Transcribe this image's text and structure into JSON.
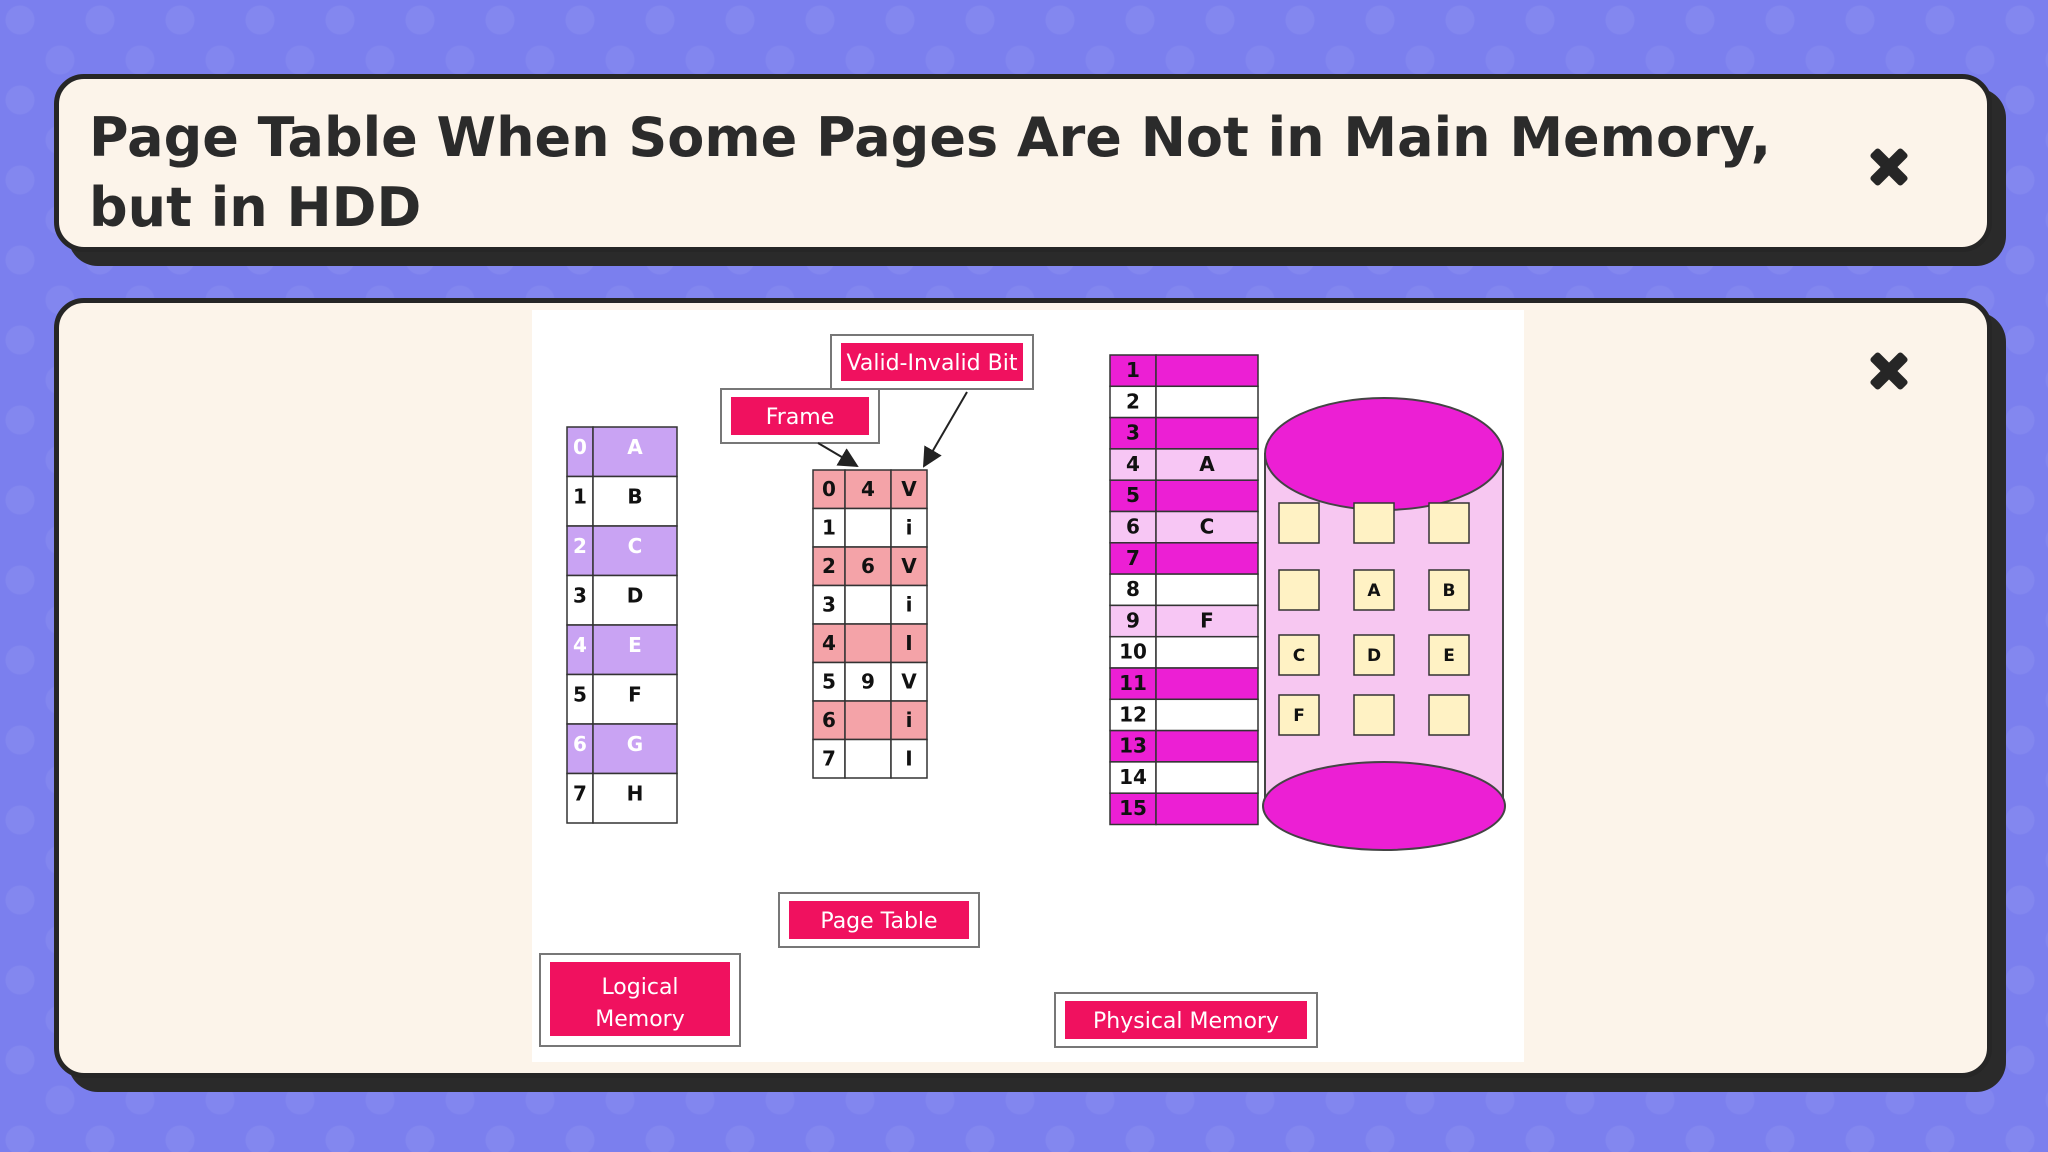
{
  "title": "Page Table When Some Pages Are Not in Main Memory, but in HDD",
  "diagram": {
    "callouts": {
      "valid_invalid": "Valid-Invalid Bit",
      "frame": "Frame"
    },
    "captions": {
      "logical_line1": "Logical",
      "logical_line2": "Memory",
      "page_table": "Page Table",
      "physical": "Physical Memory"
    },
    "logical_memory": [
      {
        "index": "0",
        "value": "A",
        "highlight": true
      },
      {
        "index": "1",
        "value": "B",
        "highlight": false
      },
      {
        "index": "2",
        "value": "C",
        "highlight": true
      },
      {
        "index": "3",
        "value": "D",
        "highlight": false
      },
      {
        "index": "4",
        "value": "E",
        "highlight": true
      },
      {
        "index": "5",
        "value": "F",
        "highlight": false
      },
      {
        "index": "6",
        "value": "G",
        "highlight": true
      },
      {
        "index": "7",
        "value": "H",
        "highlight": false
      }
    ],
    "page_table": [
      {
        "page": "0",
        "frame": "4",
        "bit": "V",
        "highlight": true
      },
      {
        "page": "1",
        "frame": "",
        "bit": "i",
        "highlight": false
      },
      {
        "page": "2",
        "frame": "6",
        "bit": "V",
        "highlight": true
      },
      {
        "page": "3",
        "frame": "",
        "bit": "i",
        "highlight": false
      },
      {
        "page": "4",
        "frame": "",
        "bit": "I",
        "highlight": true
      },
      {
        "page": "5",
        "frame": "9",
        "bit": "V",
        "highlight": false
      },
      {
        "page": "6",
        "frame": "",
        "bit": "i",
        "highlight": true
      },
      {
        "page": "7",
        "frame": "",
        "bit": "I",
        "highlight": false
      }
    ],
    "physical_memory": [
      {
        "frame": "1",
        "content": "",
        "style": "magenta"
      },
      {
        "frame": "2",
        "content": "",
        "style": "white"
      },
      {
        "frame": "3",
        "content": "",
        "style": "magenta"
      },
      {
        "frame": "4",
        "content": "A",
        "style": "pink"
      },
      {
        "frame": "5",
        "content": "",
        "style": "magenta"
      },
      {
        "frame": "6",
        "content": "C",
        "style": "pink"
      },
      {
        "frame": "7",
        "content": "",
        "style": "magenta"
      },
      {
        "frame": "8",
        "content": "",
        "style": "white"
      },
      {
        "frame": "9",
        "content": "F",
        "style": "pink"
      },
      {
        "frame": "10",
        "content": "",
        "style": "white"
      },
      {
        "frame": "11",
        "content": "",
        "style": "magenta"
      },
      {
        "frame": "12",
        "content": "",
        "style": "white"
      },
      {
        "frame": "13",
        "content": "",
        "style": "magenta"
      },
      {
        "frame": "14",
        "content": "",
        "style": "white"
      },
      {
        "frame": "15",
        "content": "",
        "style": "magenta"
      }
    ],
    "disk_blocks": [
      "",
      "",
      "",
      "",
      "A",
      "B",
      "C",
      "D",
      "E",
      "F",
      "",
      ""
    ],
    "colors": {
      "lavender": "#c9a3f3",
      "salmon": "#f4a3a8",
      "magenta": "#ec1fd4",
      "pink": "#f7c6f4",
      "label_red": "#f0115f",
      "disk": "#f7c7f1",
      "block": "#fff2c4"
    }
  }
}
